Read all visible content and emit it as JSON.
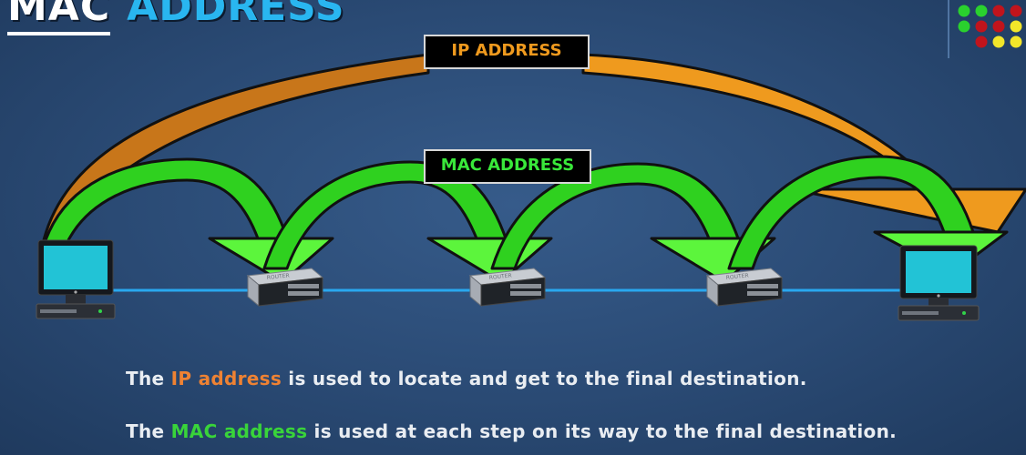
{
  "title": {
    "word1": "MAC",
    "word2": "ADDRESS"
  },
  "labels": {
    "ip": "IP ADDRESS",
    "mac": "MAC ADDRESS"
  },
  "devices": {
    "router_text": "ROUTER"
  },
  "captions": [
    {
      "pre": "The ",
      "highlight": "IP address",
      "post": " is used to locate and get to the final destination."
    },
    {
      "pre": "The ",
      "highlight": "MAC address",
      "post": " is used at each step on its way to the final destination."
    }
  ],
  "colors": {
    "background": "#2a4a74",
    "ip_arrow": "#ef9a1e",
    "mac_arrow": "#33ee22",
    "network_line": "#29a8ef",
    "ip_text": "#ee8233",
    "mac_text": "#39d43a",
    "title_accent": "#29b6f0"
  },
  "corner_dots": {
    "rows": [
      [
        "#2ad12e",
        "#2ad12e",
        "#c1141c",
        "#c1141c"
      ],
      [
        "#2ad12e",
        "#c1141c",
        "#c1141c",
        "#f2e62a"
      ],
      [
        "",
        "#c1141c",
        "#f2e62a",
        "#f2e62a"
      ]
    ]
  }
}
